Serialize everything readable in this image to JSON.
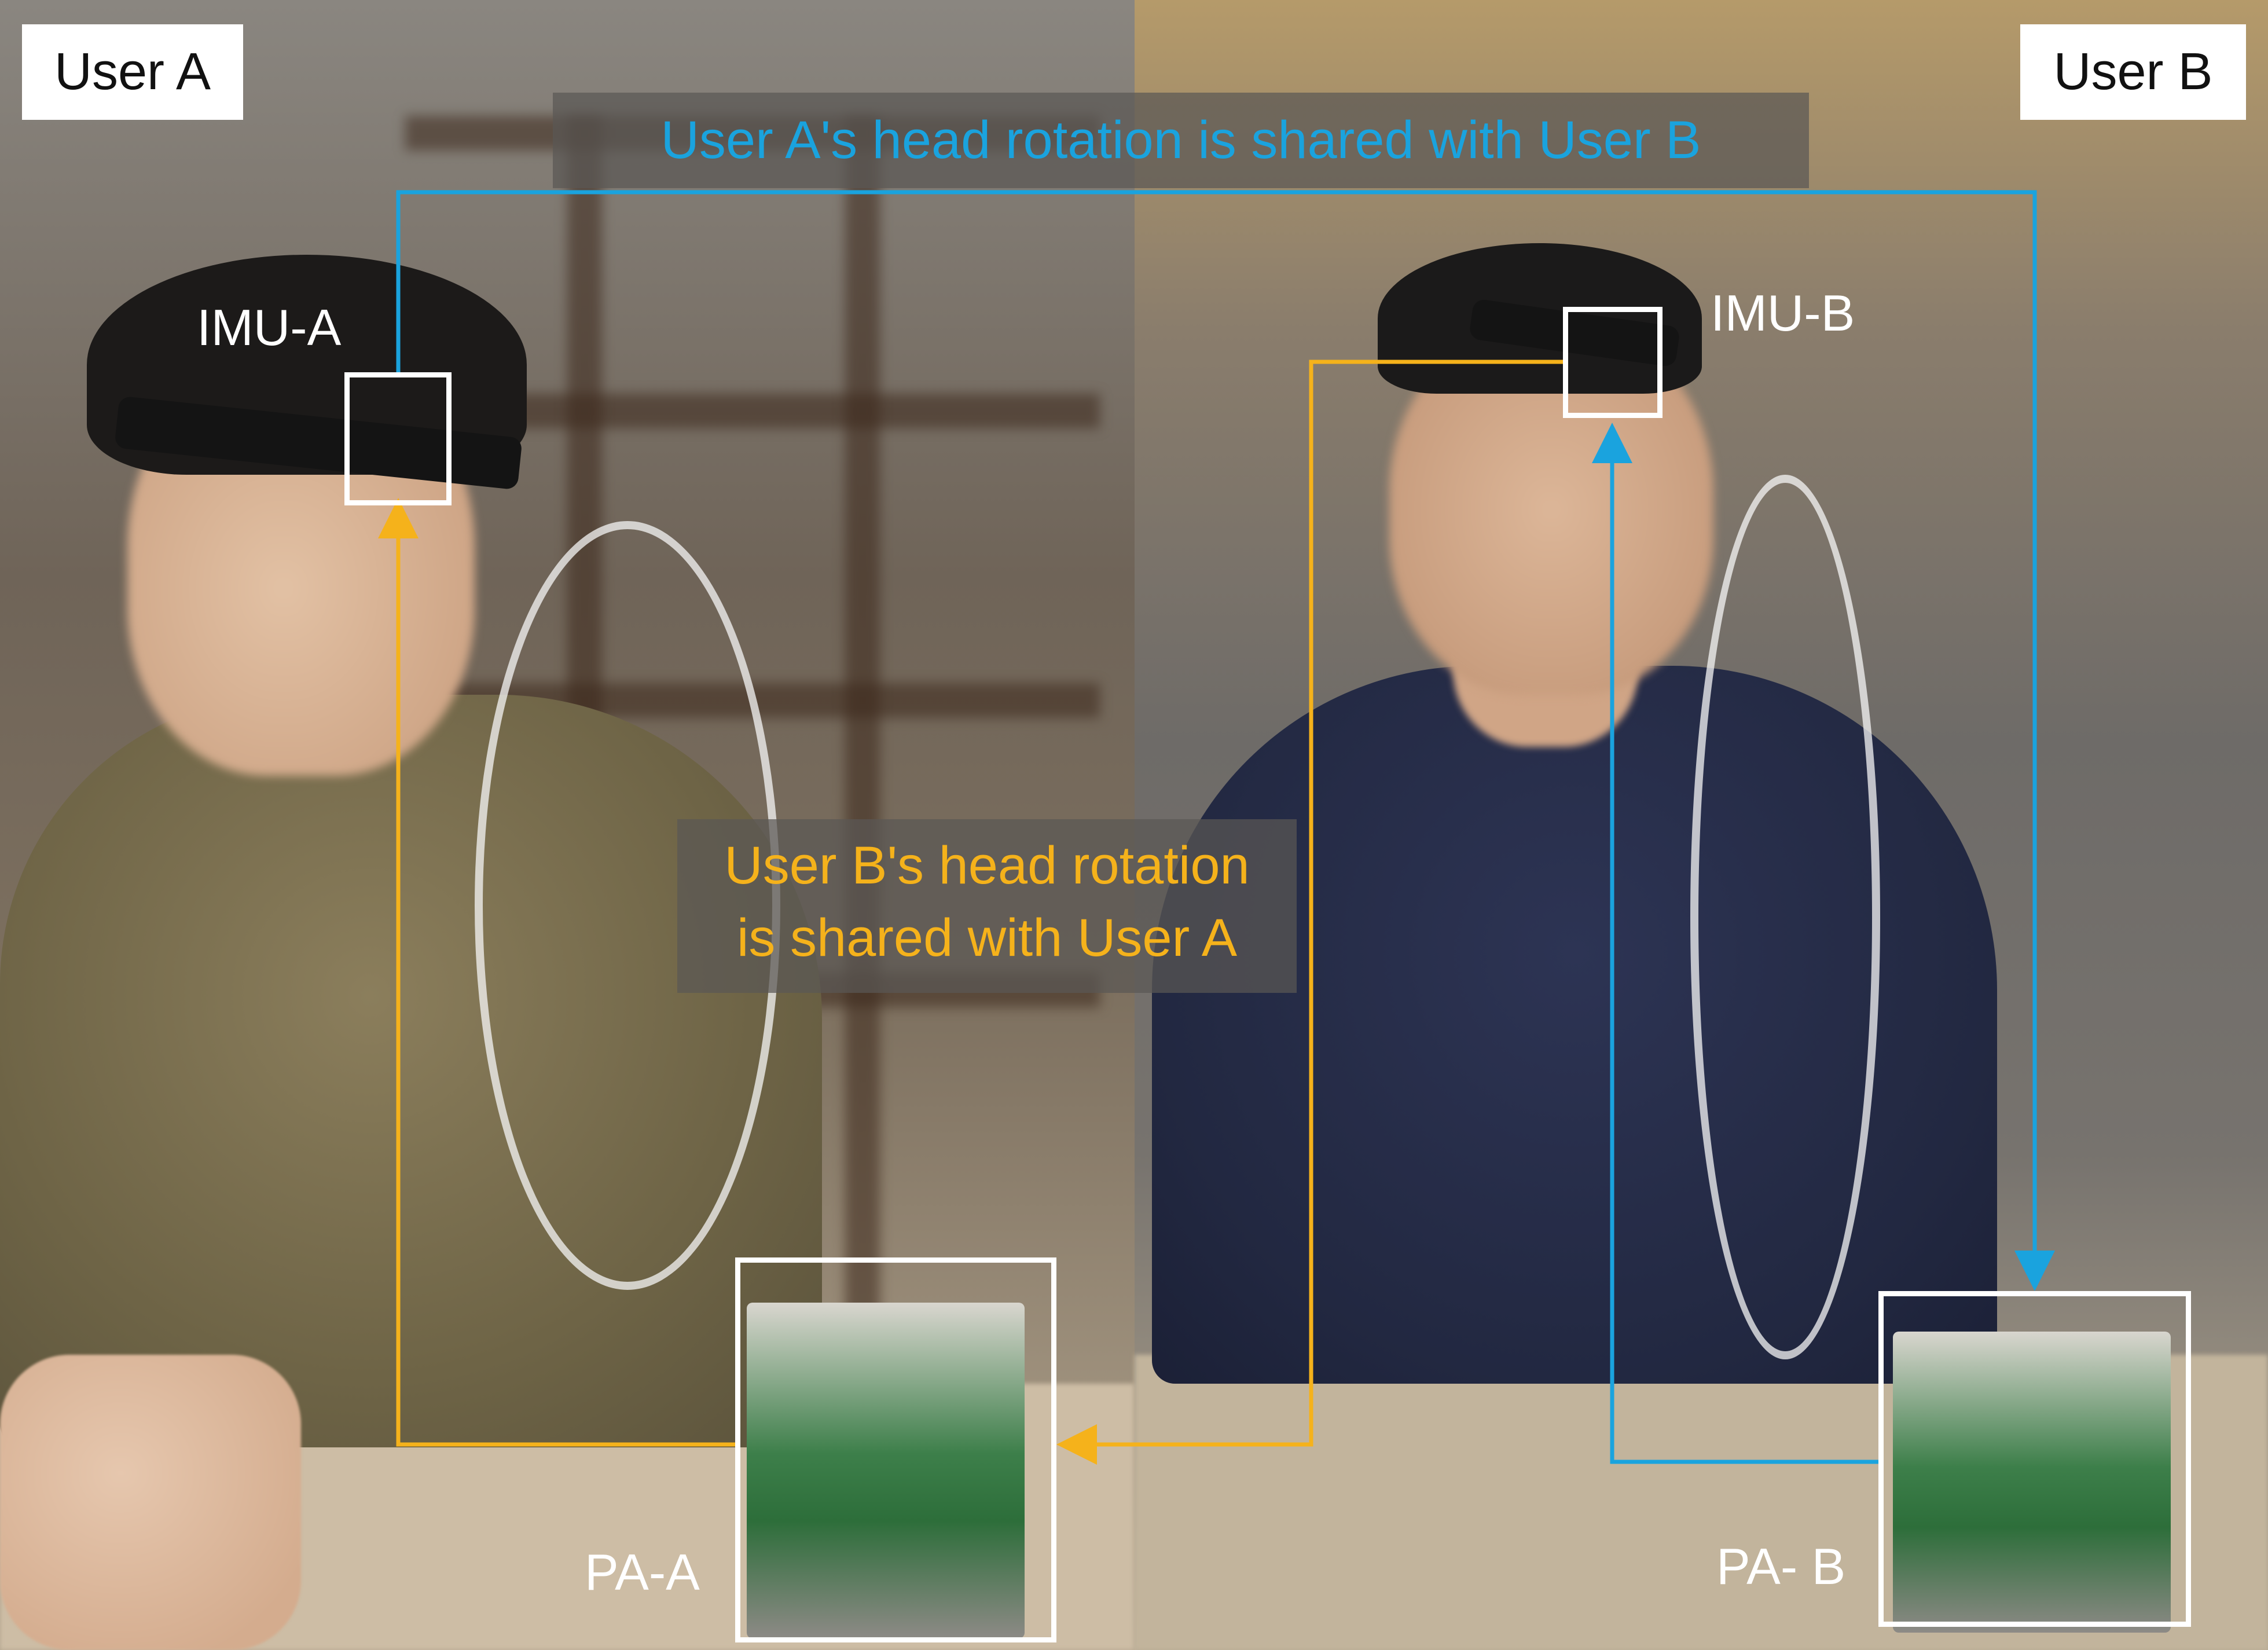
{
  "labels": {
    "user_a": "User A",
    "user_b": "User B"
  },
  "banners": {
    "a_to_b": "User A's head rotation is shared with User B",
    "b_to_a_line1": "User B's head rotation",
    "b_to_a_line2": "is shared with User A"
  },
  "devices": {
    "imu_a": "IMU-A",
    "imu_b": "IMU-B",
    "pa_a": "PA-A",
    "pa_b": "PA- B"
  },
  "colors": {
    "blue_path": "#1aa3de",
    "orange_path": "#f5b21b",
    "frame": "#ffffff"
  },
  "scene": "Two seated users wearing head-mounted IMU bands connected by tubes to pneumatic actuator units on a table"
}
